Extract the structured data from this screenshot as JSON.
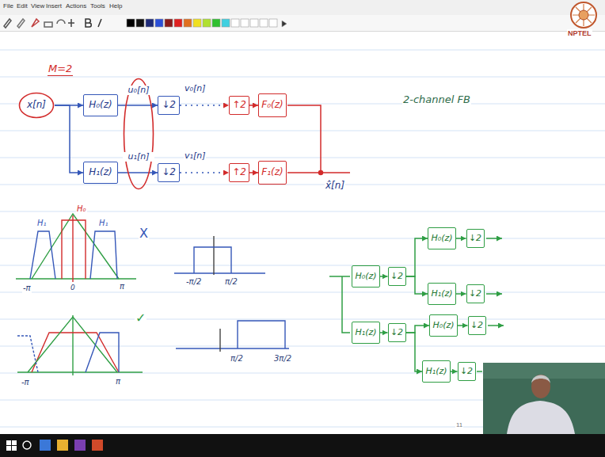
{
  "diagram": {
    "nodes": [
      {
        "text": [
          "x[n]"
        ]
      },
      {
        "text": [
          "H₀(z)"
        ]
      },
      {
        "text": [
          "u₀[n]",
          "u₁[n]"
        ]
      },
      {
        "text": [
          "↓2"
        ]
      },
      {
        "text": [
          "↑2"
        ]
      },
      {
        "text": [
          "F₀(z)"
        ]
      },
      {
        "text": [
          "H₁(z)"
        ]
      },
      {
        "text": [
          "↓2"
        ]
      },
      {
        "text": [
          "↑2"
        ]
      },
      {
        "text": [
          "F₁(z)"
        ]
      },
      {
        "text": [
          "H₀(z)"
        ]
      },
      {
        "text": [
          "↓2"
        ]
      },
      {
        "text": [
          "H₀(z)"
        ]
      },
      {
        "text": [
          "↓2"
        ]
      },
      {
        "text": [
          "H₁(z)"
        ]
      },
      {
        "text": [
          "↓2"
        ]
      },
      {
        "text": [
          "H₁(z)"
        ]
      },
      {
        "text": [
          "↓2"
        ]
      },
      {
        "text": [
          "H₀(z)"
        ]
      },
      {
        "text": [
          "↓2"
        ]
      },
      {
        "text": [
          "H₁(z)"
        ]
      },
      {
        "text": [
          "↓2"
        ]
      }
    ],
    "edges": [
      {
        "from": 0,
        "to": 1,
        "arrow": "to"
      },
      {
        "from": 0,
        "to": 6,
        "arrow": "to"
      },
      {
        "from": 1,
        "to": 3,
        "arrow": "to"
      },
      {
        "from": 6,
        "to": 7,
        "arrow": "to"
      },
      {
        "from": 3,
        "to": 4,
        "arrow": "to"
      },
      {
        "from": 7,
        "to": 8,
        "arrow": "to"
      },
      {
        "from": 4,
        "to": 5,
        "arrow": "to"
      },
      {
        "from": 8,
        "to": 9,
        "arrow": "to"
      },
      {
        "from": 10,
        "to": 11,
        "arrow": "to"
      },
      {
        "from": 11,
        "to": 12,
        "arrow": "to"
      },
      {
        "from": 11,
        "to": 14,
        "arrow": "to"
      },
      {
        "from": 12,
        "to": 13,
        "arrow": "to"
      },
      {
        "from": 14,
        "to": 15,
        "arrow": "to"
      },
      {
        "from": 16,
        "to": 17,
        "arrow": "to"
      },
      {
        "from": 17,
        "to": 18,
        "arrow": "to"
      },
      {
        "from": 17,
        "to": 20,
        "arrow": "to"
      },
      {
        "from": 18,
        "to": 19,
        "arrow": "to"
      },
      {
        "from": 20,
        "to": 21,
        "arrow": "to"
      }
    ],
    "labels": [
      "File",
      "Edit",
      "View",
      "Insert",
      "Actions",
      "Tools",
      "Help",
      "NPTEL",
      "M=2",
      "v₀[n]",
      "v₁[n]",
      "x̂[n]",
      "2-channel FB",
      "H₁",
      "H₀",
      "H₁",
      "-π",
      "0",
      "π",
      "X",
      "-π/2",
      "π/2",
      "-π",
      "π",
      "✓",
      "π/2",
      "3π/2",
      "11"
    ]
  }
}
